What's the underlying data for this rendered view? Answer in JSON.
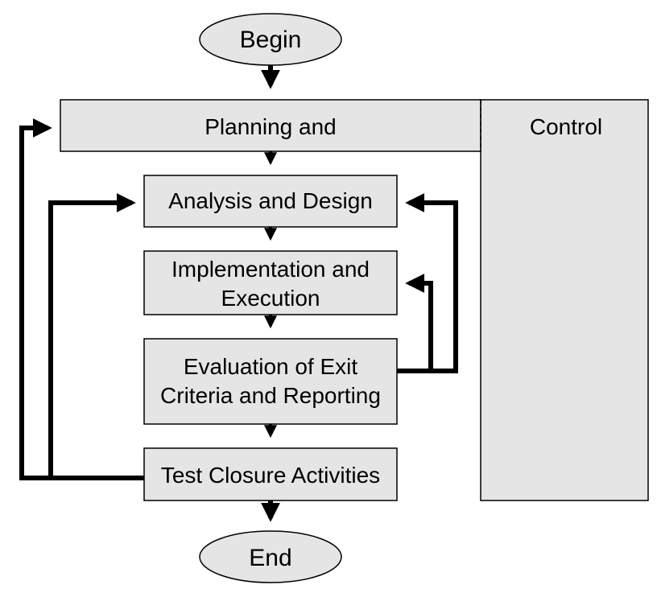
{
  "colors": {
    "box_fill": "#e5e5e5",
    "line": "#000000",
    "background": "#ffffff"
  },
  "diagram": {
    "begin": "Begin",
    "end": "End",
    "planning": "Planning and",
    "control": "Control",
    "analysis": "Analysis and Design",
    "implementation": [
      "Implementation and",
      "Execution"
    ],
    "evaluation": [
      "Evaluation of Exit",
      "Criteria and Reporting"
    ],
    "closure": "Test Closure Activities"
  }
}
